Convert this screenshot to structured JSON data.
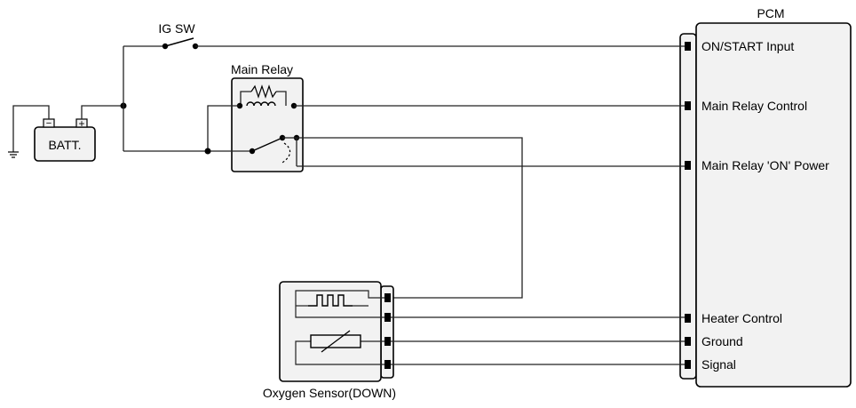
{
  "labels": {
    "ig_sw": "IG SW",
    "main_relay": "Main Relay",
    "pcm": "PCM",
    "battery": "BATT.",
    "battery_minus": "−",
    "battery_plus": "+",
    "o2_sensor": "Oxygen Sensor(DOWN)"
  },
  "pcm_pins": [
    "ON/START Input",
    "Main Relay Control",
    "Main Relay 'ON' Power",
    "Heater Control",
    "Ground",
    "Signal"
  ]
}
